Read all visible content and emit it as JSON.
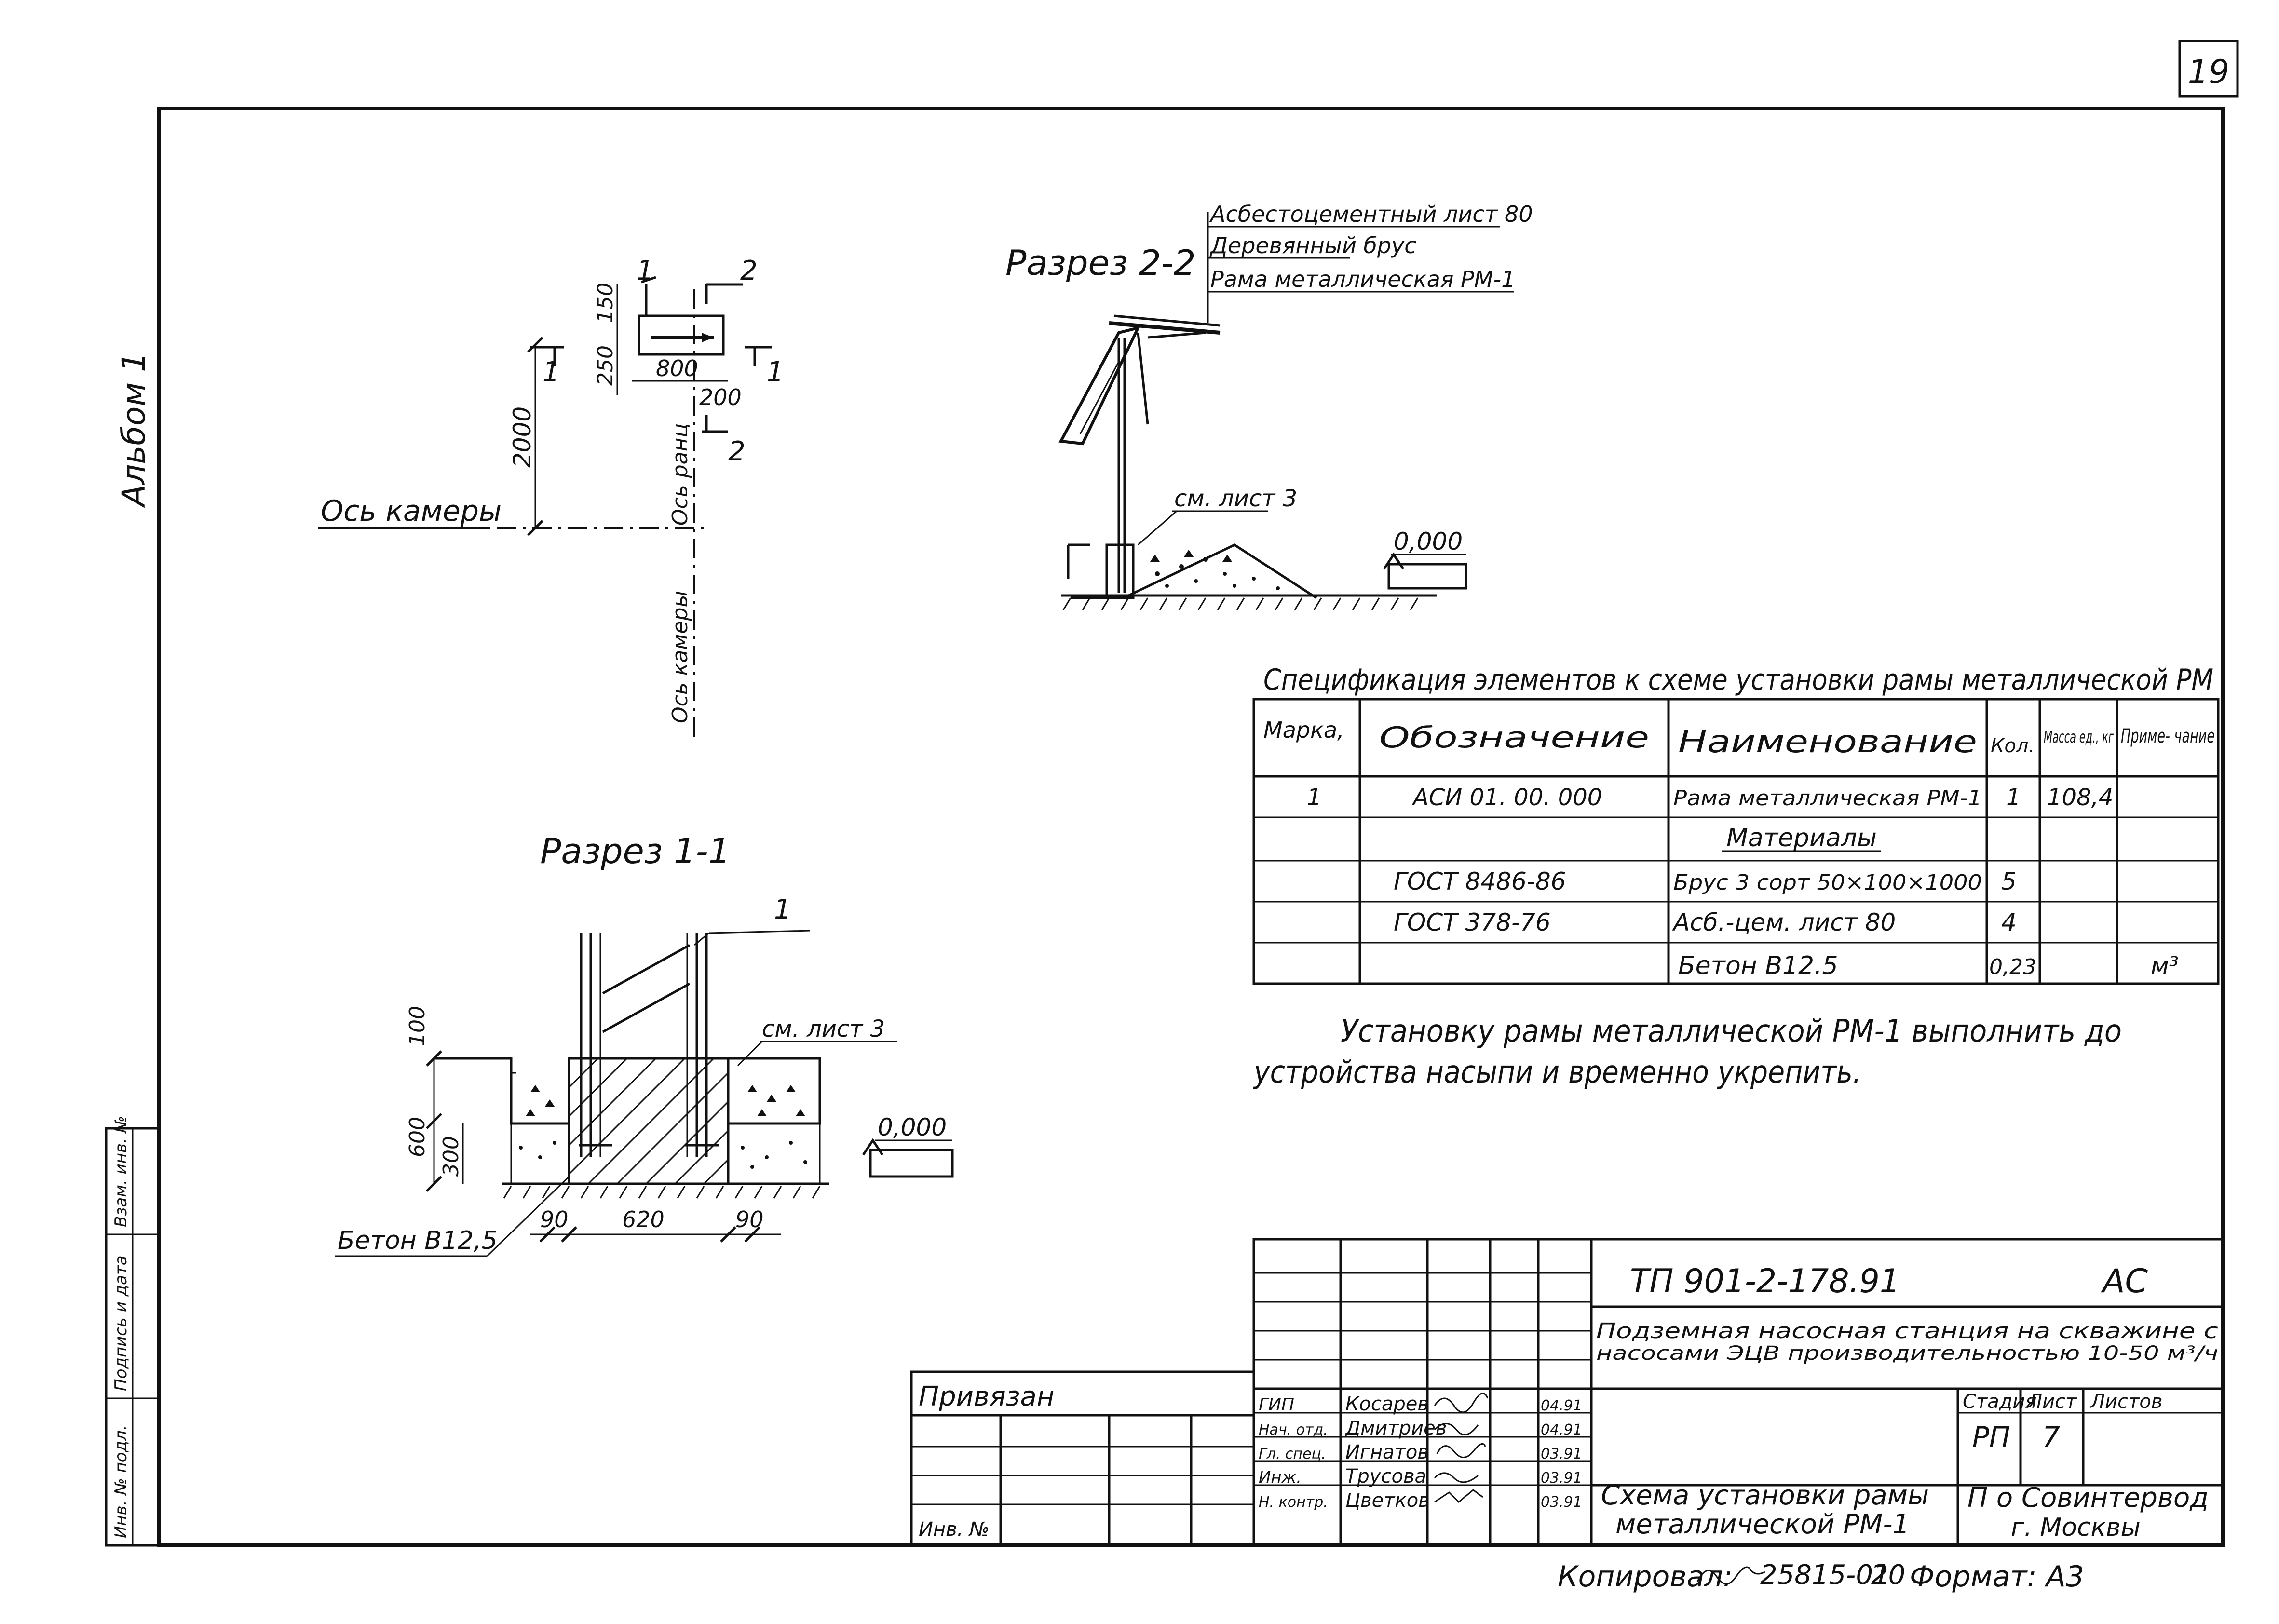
{
  "sheet": {
    "page_number": "19",
    "album_label": "Альбом 1"
  },
  "side_stamp": {
    "col1": "Инв. № подл.",
    "col2": "Подпись и дата",
    "col3": "Взам. инв. №"
  },
  "plan": {
    "axis_label": "Ось камеры",
    "axis_vertical_label": "Ось камеры",
    "axis_pump_label": "Ось ранц",
    "dim_2000": "2000",
    "dim_150": "150",
    "dim_250": "250",
    "dim_800": "800",
    "dim_200": "200",
    "mark_1": "1",
    "mark_2": "2",
    "section_1_left": "1",
    "section_1_right": "1",
    "section_2_bottom": "2"
  },
  "section_2_2": {
    "title": "Разрез 2-2",
    "leader_1": "Асбестоцементный лист 80",
    "leader_2": "Деревянный брус",
    "leader_3": "Рама металлическая РМ-1",
    "ref_sheet": "см. лист 3",
    "level": "0,000"
  },
  "section_1_1": {
    "title": "Разрез 1-1",
    "mark": "1",
    "ref_sheet": "см. лист 3",
    "level": "0,000",
    "dim_100": "100",
    "dim_600": "600",
    "dim_300": "300",
    "dim_90_left": "90",
    "dim_620": "620",
    "dim_90_right": "90",
    "concrete_label": "Бетон В12,5"
  },
  "spec": {
    "title": "Спецификация элементов к схеме установки рамы металлической РМ",
    "headers": [
      "Марка,",
      "Обозначение",
      "Наименование",
      "Кол.",
      "Масса ед., кг",
      "Приме- чание"
    ],
    "rows": [
      [
        "1",
        "АСИ 01. 00. 000",
        "Рама металлическая РМ-1",
        "1",
        "108,4",
        ""
      ],
      [
        "",
        "",
        "Материалы",
        "",
        "",
        ""
      ],
      [
        "",
        "ГОСТ 8486-86",
        "Брус 3 сорт 50×100×1000",
        "5",
        "",
        ""
      ],
      [
        "",
        "ГОСТ 378-76",
        "Асб.-цем. лист 80",
        "4",
        "",
        ""
      ],
      [
        "",
        "",
        "Бетон В12.5",
        "0,23",
        "",
        "м³"
      ]
    ]
  },
  "note": {
    "line1": "Установку рамы металлической РМ-1 выполнить до",
    "line2": "устройства насыпи и временно укрепить."
  },
  "title_block": {
    "doc_code": "ТП 901-2-178.91",
    "doc_suffix": "АС",
    "project_line1": "Подземная насосная станция на скважине с",
    "project_line2": "насосами ЭЦВ производительностью 10-50 м³/ч",
    "stage_header": "Стадия",
    "sheet_header": "Лист",
    "sheets_header": "Листов",
    "stage_value": "РП",
    "sheet_value": "7",
    "drawing_line1": "Схема установки рамы",
    "drawing_line2": "металлической РМ-1",
    "org_line1": "П о Совинтервод",
    "org_line2": "г. Москвы",
    "linked_label": "Привязан",
    "inv_label": "Инв. №",
    "signers": [
      {
        "role": "ГИП",
        "name": "Косарев",
        "date": "04.91"
      },
      {
        "role": "Нач. отд.",
        "name": "Дмитриев",
        "date": "04.91"
      },
      {
        "role": "Гл. спец.",
        "name": "Игнатов",
        "date": "03.91"
      },
      {
        "role": "Инж.",
        "name": "Трусова",
        "date": "03.91"
      },
      {
        "role": "Н. контр.",
        "name": "Цветков",
        "date": "03.91"
      }
    ]
  },
  "footer": {
    "copied_label": "Копировал:",
    "copy_code": "25815-01",
    "copy_num": "20",
    "format_label": "Формат: А3"
  }
}
